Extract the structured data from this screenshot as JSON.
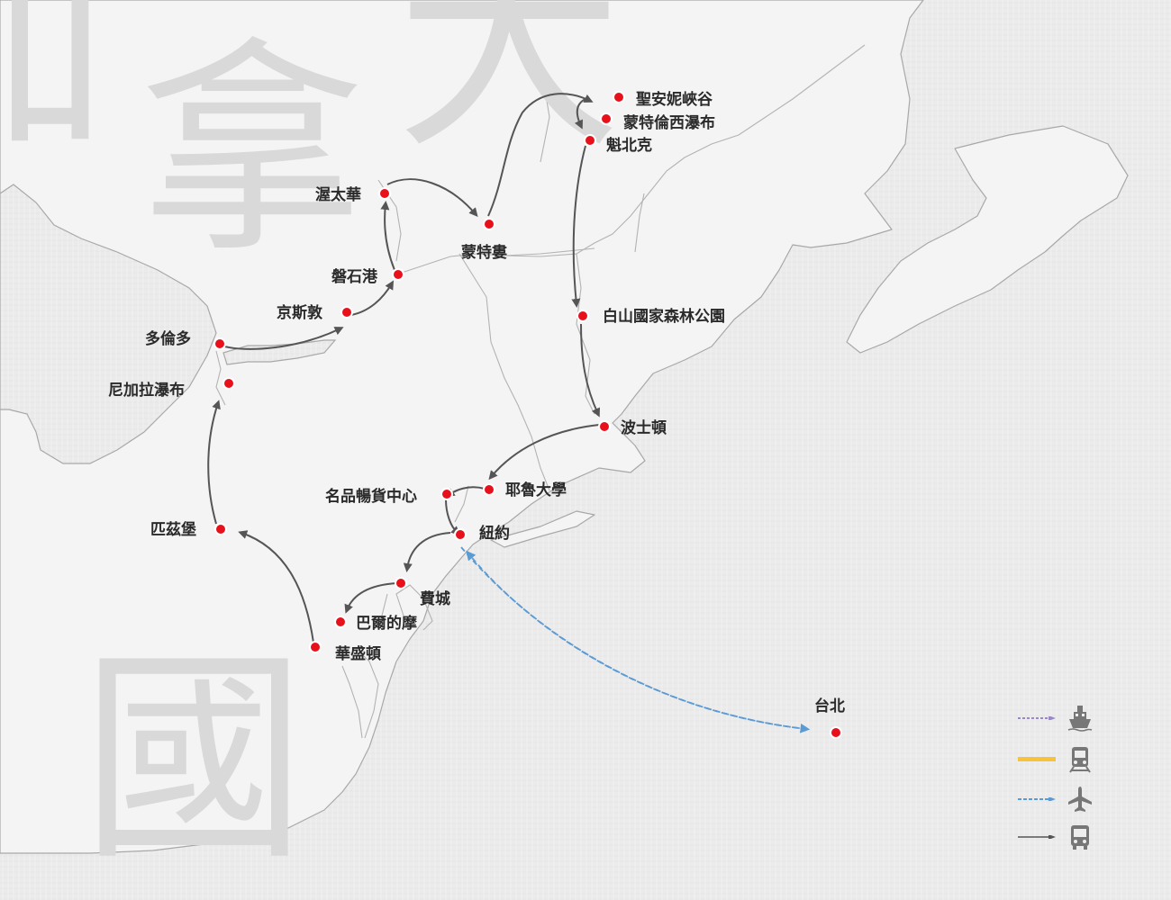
{
  "watermark": {
    "chars": [
      "加",
      "拿",
      "大",
      "國"
    ]
  },
  "colors": {
    "station": "#e8111b",
    "bus_route": "#555555",
    "flight_route": "#5b9bd5",
    "train_route": "#f7c33a",
    "ship_route": "#9b89c6",
    "land": "#f3f3f3",
    "coast": "#a5a5a5"
  },
  "cities": [
    {
      "id": "st-anne",
      "name": "聖安妮峽谷"
    },
    {
      "id": "montmorency",
      "name": "蒙特倫西瀑布"
    },
    {
      "id": "quebec",
      "name": "魁北克"
    },
    {
      "id": "ottawa",
      "name": "渥太華"
    },
    {
      "id": "montreal",
      "name": "蒙特婁"
    },
    {
      "id": "brockville",
      "name": "磐石港"
    },
    {
      "id": "kingston",
      "name": "京斯敦"
    },
    {
      "id": "toronto",
      "name": "多倫多"
    },
    {
      "id": "niagara",
      "name": "尼加拉瀑布"
    },
    {
      "id": "white-mountain",
      "name": "白山國家森林公園"
    },
    {
      "id": "boston",
      "name": "波士頓"
    },
    {
      "id": "outlets",
      "name": "名品暢貨中心"
    },
    {
      "id": "yale",
      "name": "耶魯大學"
    },
    {
      "id": "newyork",
      "name": "紐約"
    },
    {
      "id": "pittsburgh",
      "name": "匹茲堡"
    },
    {
      "id": "philadelphia",
      "name": "費城"
    },
    {
      "id": "baltimore",
      "name": "巴爾的摩"
    },
    {
      "id": "washington",
      "name": "華盛頓"
    },
    {
      "id": "taipei",
      "name": "台北"
    }
  ],
  "legend": [
    {
      "mode": "ship",
      "icon": "ship-icon"
    },
    {
      "mode": "train",
      "icon": "train-icon"
    },
    {
      "mode": "flight",
      "icon": "airplane-icon"
    },
    {
      "mode": "bus",
      "icon": "bus-icon"
    }
  ]
}
